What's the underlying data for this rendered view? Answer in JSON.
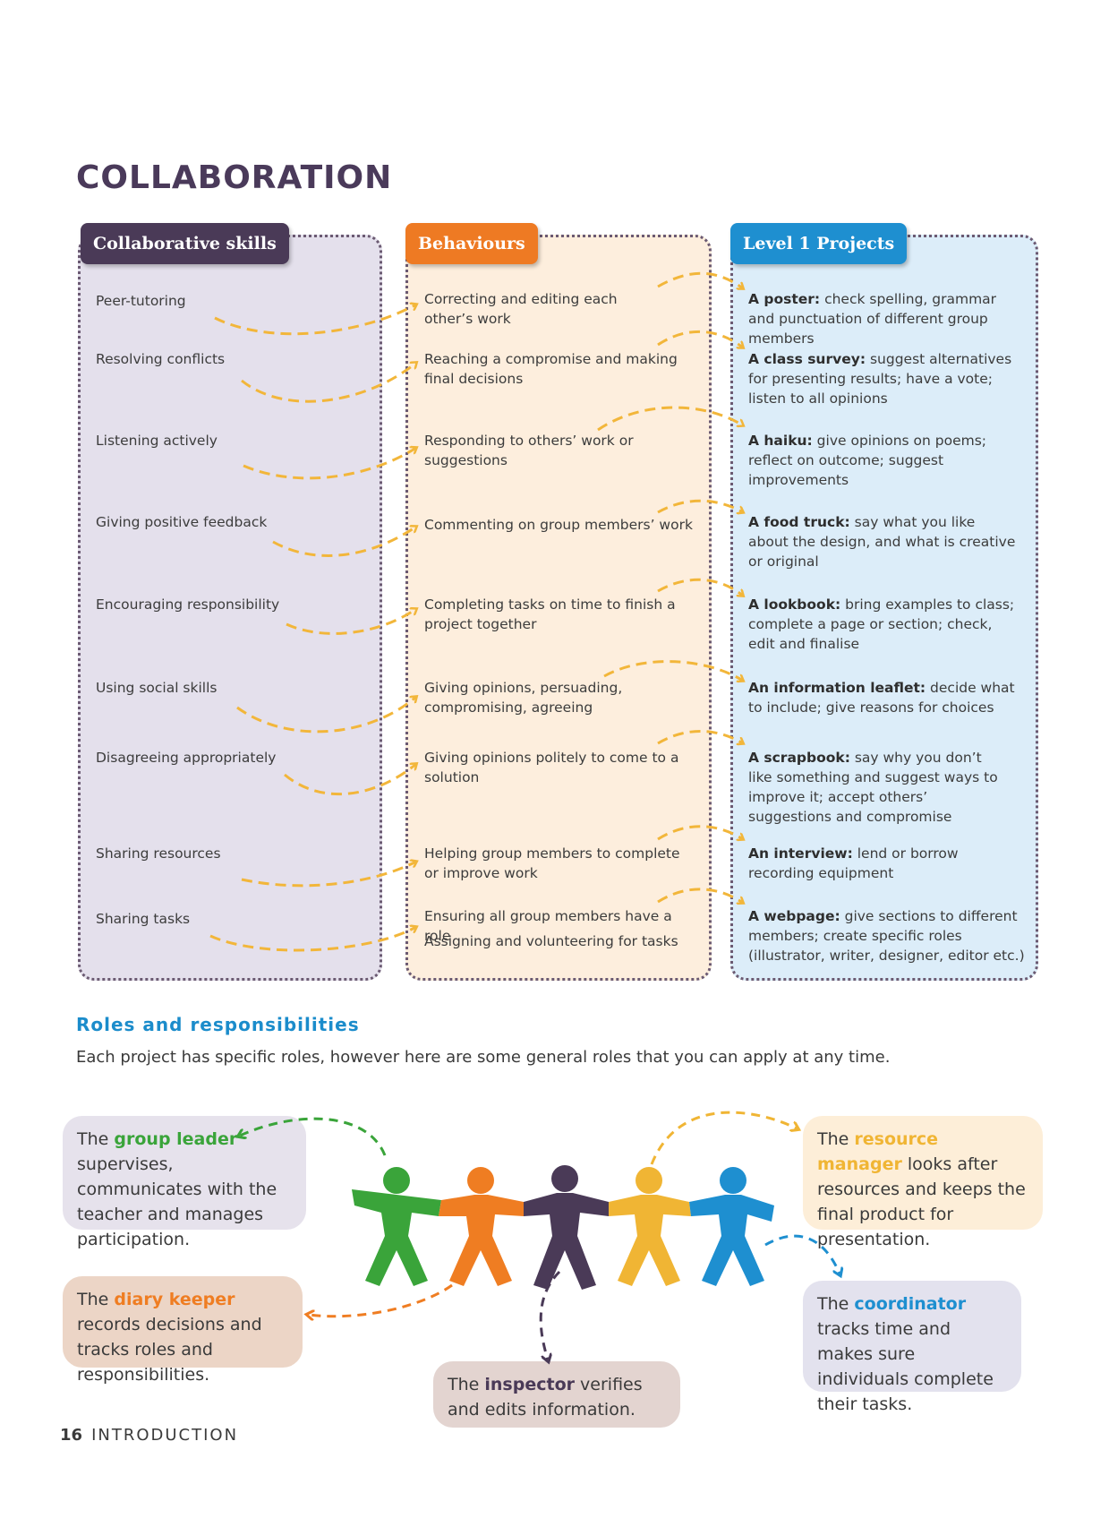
{
  "title": "COLLABORATION",
  "columns": {
    "skills_title": "Collaborative skills",
    "behaviours_title": "Behaviours",
    "projects_title": "Level 1 Projects"
  },
  "skills": [
    "Peer-tutoring",
    "Resolving conflicts",
    "Listening actively",
    "Giving positive feedback",
    "Encouraging responsibility",
    "Using social skills",
    "Disagreeing appropriately",
    "Sharing resources",
    "Sharing tasks"
  ],
  "behaviours": [
    "Correcting and editing each other’s work",
    "Reaching a compromise and making final decisions",
    "Responding to others’ work or suggestions",
    "Commenting on group members’ work",
    "Completing tasks on time to finish a project together",
    "Giving opinions, persuading, compromising, agreeing",
    "Giving opinions politely to come to a solution",
    "Helping group members to complete or improve work",
    "Ensuring all group members have a role",
    "Assigning and volunteering for tasks"
  ],
  "projects": [
    {
      "name": "A poster:",
      "desc": " check spelling, grammar and punctuation of different group members"
    },
    {
      "name": "A class survey:",
      "desc": " suggest alternatives for presenting results; have a vote; listen to all opinions"
    },
    {
      "name": "A haiku:",
      "desc": " give opinions on poems; reflect on outcome; suggest improvements"
    },
    {
      "name": "A food truck:",
      "desc": " say what you like about the design, and what is creative or original"
    },
    {
      "name": "A lookbook:",
      "desc": " bring examples to class; complete a page or section; check, edit and finalise"
    },
    {
      "name": "An information leaflet:",
      "desc": " decide what to include; give reasons for choices"
    },
    {
      "name": "A scrapbook:",
      "desc": " say why you don’t like something and suggest ways to improve it; accept others’ suggestions and compromise"
    },
    {
      "name": "An interview:",
      "desc": " lend or borrow recording equipment"
    },
    {
      "name": "A webpage:",
      "desc": " give sections to different members; create specific roles (illustrator, writer, designer, editor etc.)"
    }
  ],
  "roles_section": {
    "heading": "Roles and responsibilities",
    "intro": "Each project has specific roles, however here are some general roles that you can apply at any time."
  },
  "roles": {
    "group_leader": {
      "pre": "The ",
      "role": "group leader",
      "post": " supervises, communicates with the teacher and manages participation."
    },
    "resource_manager": {
      "pre": "The ",
      "role": "resource manager",
      "post": " looks after resources and keeps the final product for presentation."
    },
    "diary_keeper": {
      "pre": "The ",
      "role": "diary keeper",
      "post": " records decisions and tracks roles and responsibilities."
    },
    "inspector": {
      "pre": "The ",
      "role": "inspector",
      "post": " verifies and edits information."
    },
    "coordinator": {
      "pre": "The ",
      "role": "coordinator",
      "post": " tracks time and makes sure individuals complete their tasks."
    }
  },
  "colors": {
    "skills_bg": "#e4e0ec",
    "behaviours_bg": "#fdeedd",
    "projects_bg": "#dcedf9",
    "arrow": "#f2b63a",
    "green": "#3aa43a",
    "orange": "#ef7d22",
    "purple": "#4a3a57",
    "yellow": "#f0b534",
    "blue": "#1e8fd0"
  },
  "footer": {
    "page_number": "16",
    "section": "INTRODUCTION"
  }
}
